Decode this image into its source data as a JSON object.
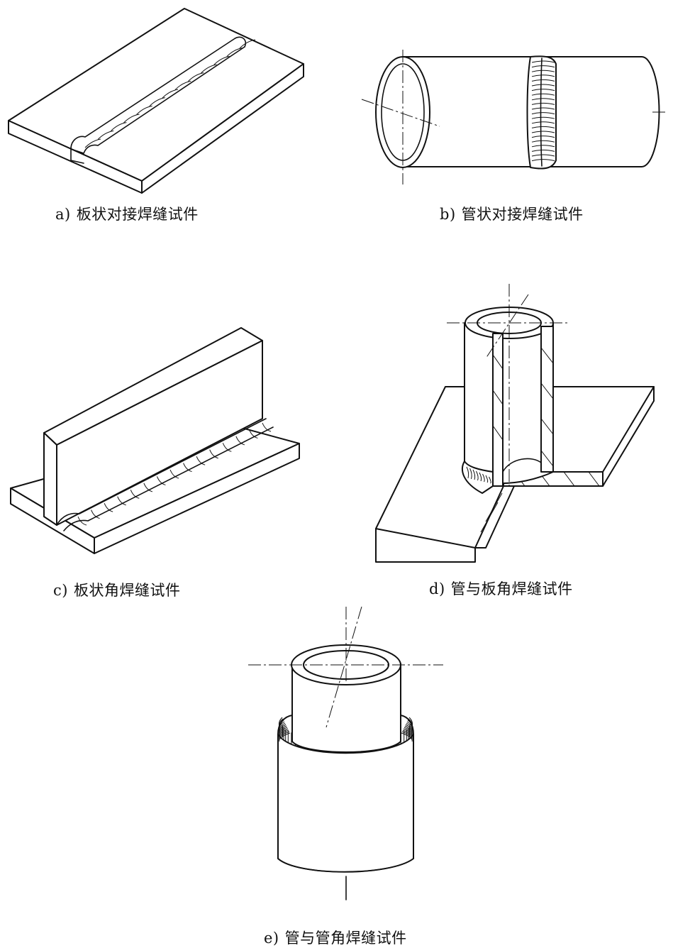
{
  "figures": [
    {
      "id": "a",
      "letter": "a)",
      "caption": "板状对接焊缝试件",
      "icon": "plate-butt-weld-specimen"
    },
    {
      "id": "b",
      "letter": "b)",
      "caption": "管状对接焊缝试件",
      "icon": "pipe-butt-weld-specimen"
    },
    {
      "id": "c",
      "letter": "c)",
      "caption": "板状角焊缝试件",
      "icon": "plate-fillet-weld-specimen"
    },
    {
      "id": "d",
      "letter": "d)",
      "caption": "管与板角焊缝试件",
      "icon": "pipe-to-plate-fillet-weld-specimen"
    },
    {
      "id": "e",
      "letter": "e)",
      "caption": "管与管角焊缝试件",
      "icon": "pipe-to-pipe-fillet-weld-specimen"
    }
  ]
}
